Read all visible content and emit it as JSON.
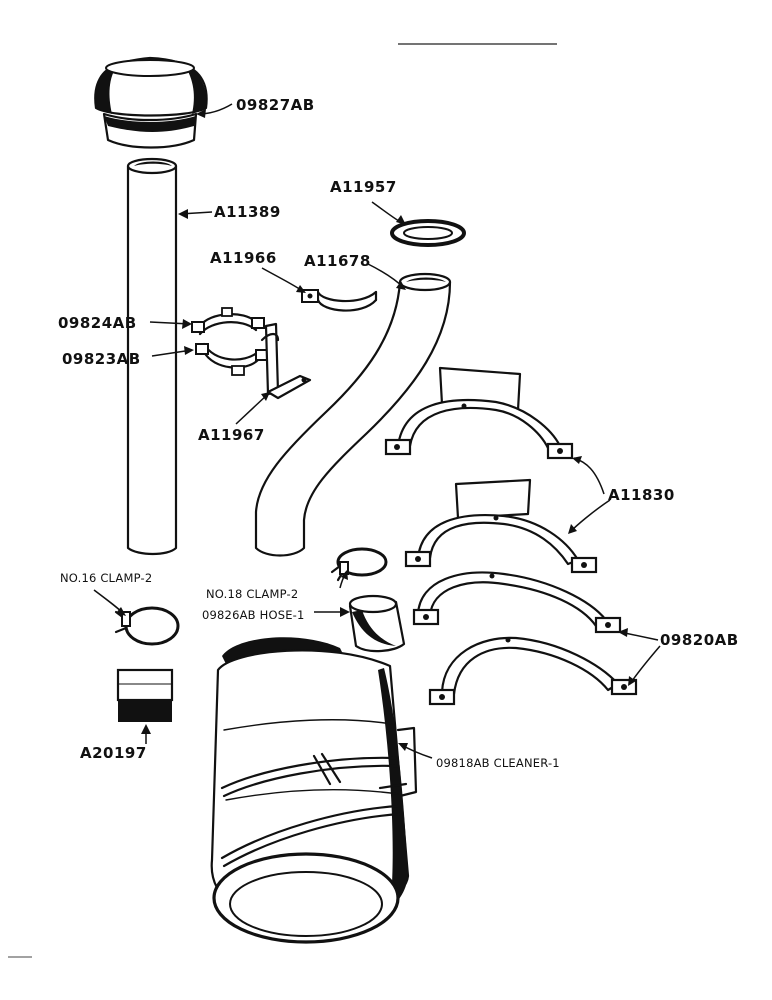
{
  "labels": {
    "breather_cap": "09827AB",
    "inlet_pipe": "A11389",
    "gasket": "A11957",
    "clamp_bracket": "A11966",
    "elbow_tube": "A11678",
    "clamp_upper": "09824AB",
    "clamp_lower": "09823AB",
    "support_bracket": "A11967",
    "mounting_band_bracket": "A11830",
    "clamp_no16": "NO.16 CLAMP-2",
    "clamp_no18": "NO.18 CLAMP-2",
    "hose": "09826AB HOSE-1",
    "mounting_band": "09820AB",
    "filter_block": "A20197",
    "cleaner": "09818AB CLEANER-1"
  }
}
